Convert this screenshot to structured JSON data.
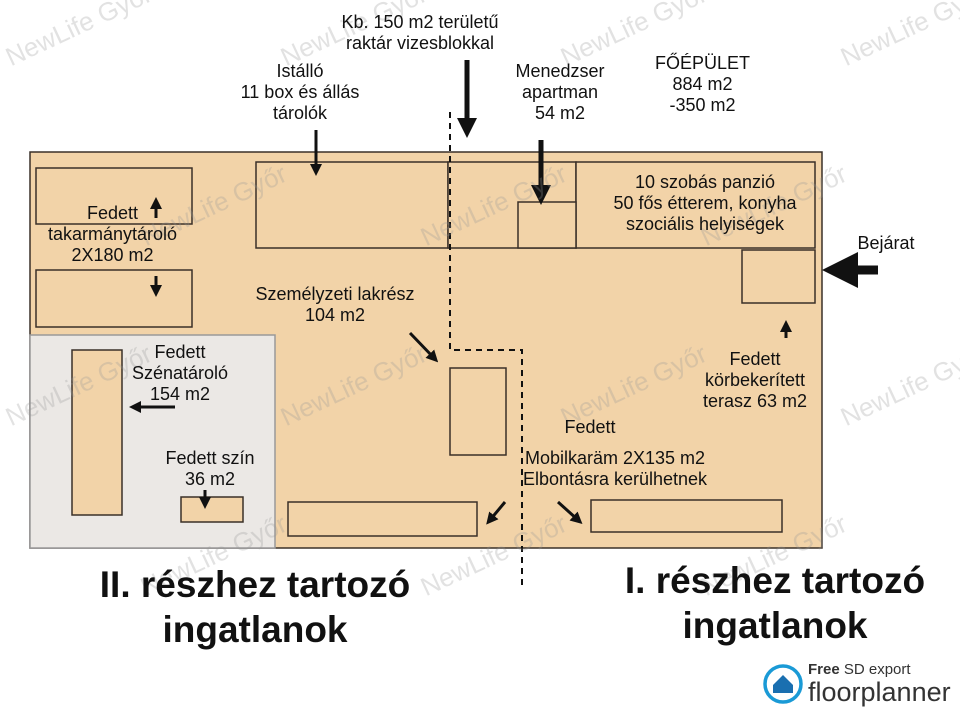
{
  "labels": {
    "raktar": "Kb. 150 m2 területű\nraktár vizesblokkal",
    "istallo": "Istálló\n11 box és állás\ntárolók",
    "menedzser": "Menedzser\napartman\n54 m2",
    "foepulet": "FŐÉPÜLET\n884 m2\n-350 m2",
    "panzio": "10 szobás panzió\n50 fős étterem, konyha\nszociális helyiségek",
    "bejarat": "Bejárat",
    "takarmany": "Fedett\ntakarmánytároló\n2X180 m2",
    "szemelyzeti": "Személyzeti lakrész\n104 m2",
    "szenatarolo": "Fedett\nSzénatároló\n154 m2",
    "szin": "Fedett szín\n36 m2",
    "terasz": "Fedett\nkörbekerített\nterasz 63 m2",
    "mobil_fedett": "Fedett",
    "mobil": "Mobilkaräm 2X135 m2\nElbontásra kerülhetnek",
    "part2": "II. részhez tartozó\ningatlanok",
    "part1": "I. részhez tartozó\ningatlanok"
  },
  "watermark": "NewLife Győr",
  "logo": {
    "line1_bold": "Free",
    "line1": "SD export",
    "line2": "floorplanner"
  },
  "colors": {
    "building": "#f2d3a8",
    "gray_zone": "#ebe8e5",
    "border": "#3a3028",
    "logo": "#1a9ad6"
  }
}
